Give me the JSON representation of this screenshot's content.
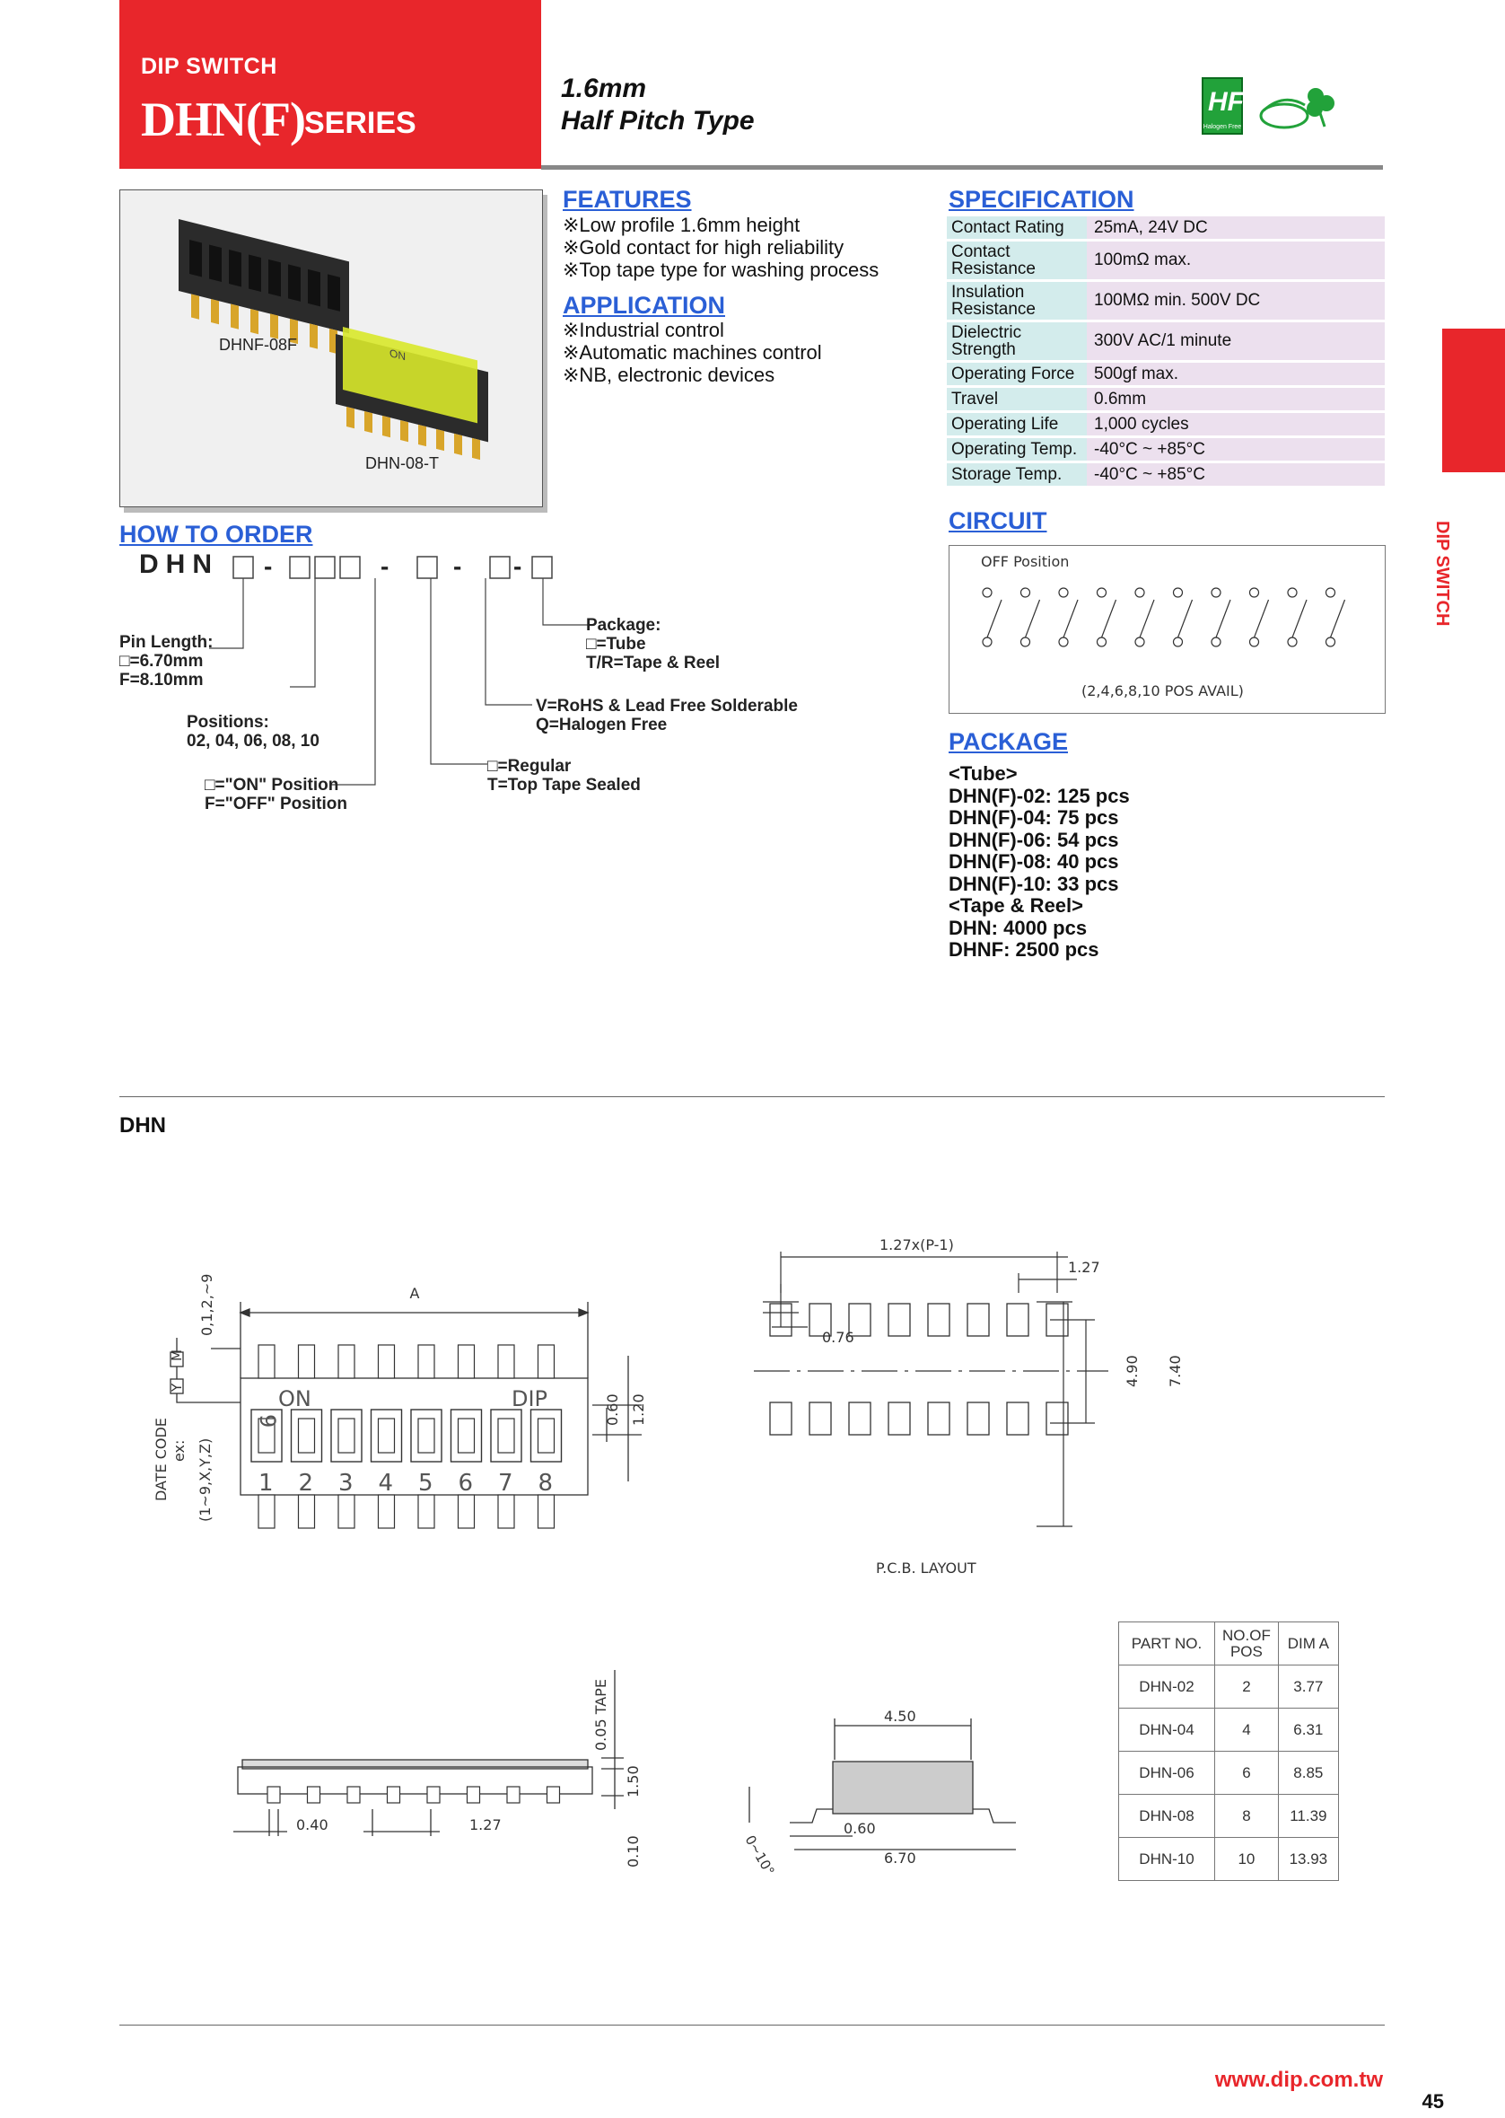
{
  "header": {
    "category": "DIP SWITCH",
    "title": "DHN(F)",
    "series": "SERIES",
    "tagline1": "1.6mm",
    "tagline2": "Half Pitch Type",
    "logo1_text": "Halogen Free"
  },
  "photo": {
    "label1": "DHNF-08F",
    "label2": "DHN-08-T",
    "knob_text": "ON"
  },
  "features": {
    "title": "FEATURES",
    "items": [
      "※Low profile 1.6mm height",
      "※Gold contact for high reliability",
      "※Top tape type for washing process"
    ]
  },
  "application": {
    "title": "APPLICATION",
    "items": [
      "※Industrial control",
      "※Automatic machines control",
      "※NB, electronic devices"
    ]
  },
  "specification": {
    "title": "SPECIFICATION",
    "rows": [
      {
        "key": "Contact Rating",
        "value": "25mA, 24V DC"
      },
      {
        "key": "Contact Resistance",
        "value": "100mΩ max."
      },
      {
        "key": "Insulation Resistance",
        "value": "100MΩ min. 500V DC"
      },
      {
        "key": "Dielectric Strength",
        "value": "300V AC/1 minute"
      },
      {
        "key": "Operating Force",
        "value": "500gf max."
      },
      {
        "key": "Travel",
        "value": "0.6mm"
      },
      {
        "key": "Operating Life",
        "value": "1,000 cycles"
      },
      {
        "key": "Operating Temp.",
        "value": "-40°C ~ +85°C"
      },
      {
        "key": "Storage Temp.",
        "value": "-40°C ~ +85°C"
      }
    ]
  },
  "side_tab": "DIP SWITCH",
  "how_to_order": {
    "title": "HOW TO ORDER",
    "code_prefix": "DHN",
    "pin_length": [
      "Pin Length:",
      "□=6.70mm",
      "F=8.10mm"
    ],
    "positions": [
      "Positions:",
      "02, 04, 06, 08, 10"
    ],
    "on_off": [
      "□=\"ON\" Position",
      "F=\"OFF\" Position"
    ],
    "package": [
      "Package:",
      "□=Tube",
      "T/R=Tape & Reel"
    ],
    "rohs": [
      "V=RoHS & Lead Free Solderable",
      "Q=Halogen Free"
    ],
    "seal": [
      "□=Regular",
      "T=Top Tape Sealed"
    ]
  },
  "circuit": {
    "title": "CIRCUIT",
    "off_label": "OFF Position",
    "avail_label": "(2,4,6,8,10 POS AVAIL)"
  },
  "package": {
    "title": "PACKAGE",
    "lines": [
      "<Tube>",
      "DHN(F)-02: 125 pcs",
      "DHN(F)-04: 75 pcs",
      "DHN(F)-06: 54 pcs",
      "DHN(F)-08: 40 pcs",
      "DHN(F)-10: 33 pcs",
      "<Tape & Reel>",
      "DHN: 4000 pcs",
      "DHNF: 2500 pcs"
    ]
  },
  "drawing": {
    "section_title": "DHN",
    "top_view": {
      "dim_a": "A",
      "on_text": "ON",
      "dip_text": "DIP",
      "nine_text": "9",
      "dim_060": "0.60",
      "dim_120": "1.20",
      "date_code1": "DATE CODE",
      "date_code2": "ex:",
      "date_code3": "(1~9,X,Y,Z)",
      "code_range": "0,1,2,~9",
      "m_label": "M",
      "y_label": "Y",
      "numbers": [
        "1",
        "2",
        "3",
        "4",
        "5",
        "6",
        "7",
        "8"
      ]
    },
    "pcb": {
      "pitch_formula": "1.27x(P-1)",
      "pitch": "1.27",
      "pad_w": "0.76",
      "dim_490": "4.90",
      "dim_740": "7.40",
      "caption": "P.C.B. LAYOUT"
    },
    "side_view": {
      "tape": "0.05 TAPE",
      "height": "1.50",
      "standoff": "0.10",
      "dim_040": "0.40",
      "dim_127": "1.27"
    },
    "end_view": {
      "width": "4.50",
      "lead": "0.60",
      "span": "6.70",
      "angle": "0~10°"
    }
  },
  "dim_table": {
    "headers": [
      "PART NO.",
      "NO.OF POS",
      "DIM A"
    ],
    "rows": [
      [
        "DHN-02",
        "2",
        "3.77"
      ],
      [
        "DHN-04",
        "4",
        "6.31"
      ],
      [
        "DHN-06",
        "6",
        "8.85"
      ],
      [
        "DHN-08",
        "8",
        "11.39"
      ],
      [
        "DHN-10",
        "10",
        "13.93"
      ]
    ]
  },
  "footer": {
    "url": "www.dip.com.tw",
    "page": "45"
  },
  "colors": {
    "brand_red": "#e8262b",
    "link_blue": "#2a5fd6",
    "spec_key_bg": "#d3ecec",
    "spec_val_bg": "#ece0ee"
  }
}
